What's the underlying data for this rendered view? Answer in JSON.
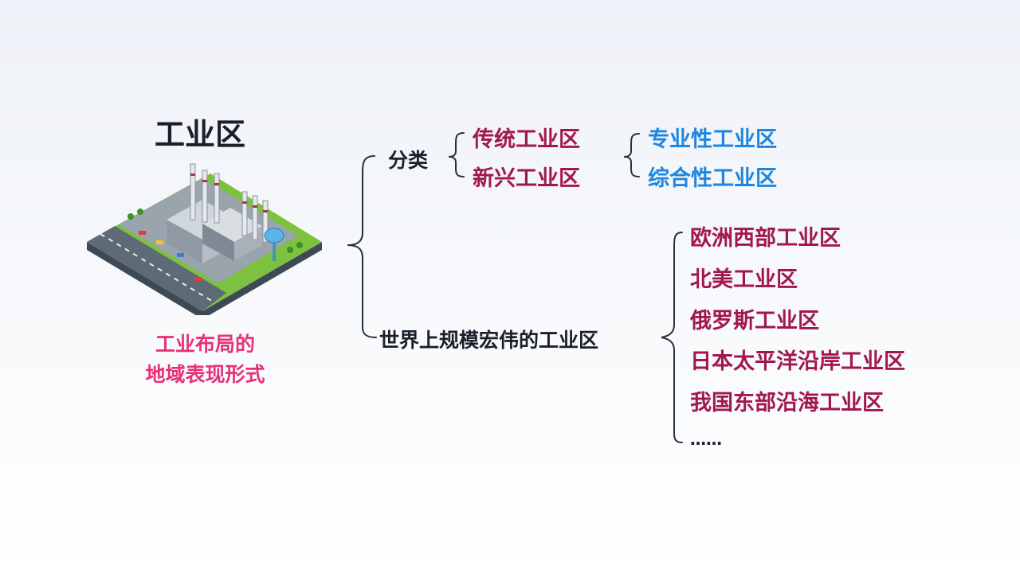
{
  "title": "工业区",
  "caption": {
    "line1": "工业布局的",
    "line2": "地域表现形式"
  },
  "illustration": {
    "name": "industrial-park-illustration"
  },
  "branches": {
    "classification": {
      "label": "分类",
      "types": [
        "传统工业区",
        "新兴工业区"
      ],
      "subtypes": [
        "专业性工业区",
        "综合性工业区"
      ]
    },
    "world": {
      "label": "世界上规模宏伟的工业区",
      "regions": [
        "欧洲西部工业区",
        "北美工业区",
        "俄罗斯工业区",
        "日本太平洋沿岸工业区",
        "我国东部沿海工业区",
        "……"
      ]
    }
  },
  "colors": {
    "heading": "#1c1f2b",
    "caption": "#e6317a",
    "level_red": "#a2174c",
    "level_blue": "#1e86e0"
  }
}
